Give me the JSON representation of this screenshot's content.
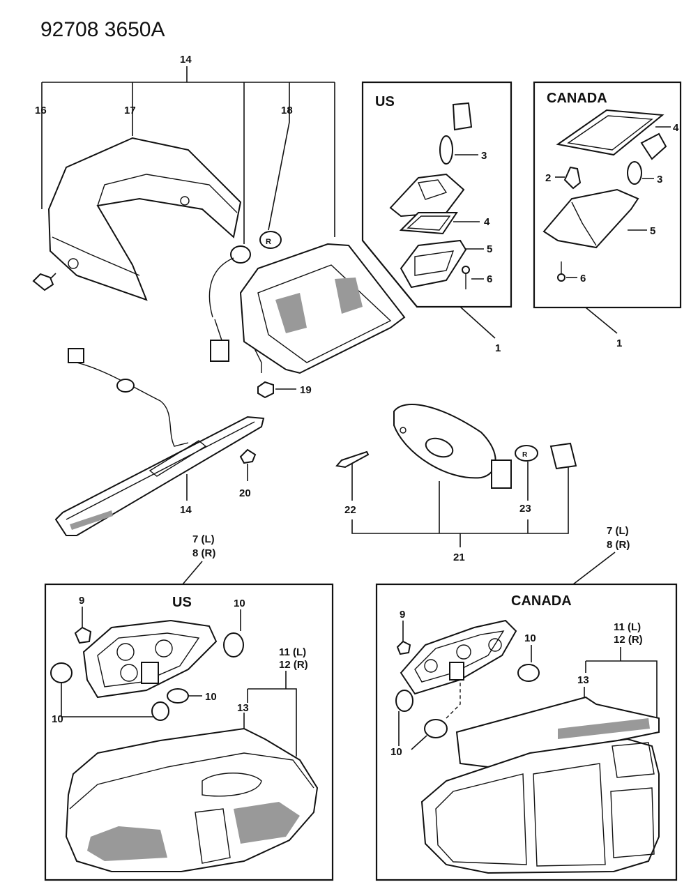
{
  "header": {
    "doc_id": "92708  3650A"
  },
  "boxes": {
    "us_top_title": "US",
    "canada_top_title": "CANADA",
    "us_bottom_title": "US",
    "canada_bottom_title": "CANADA"
  },
  "callouts": {
    "c14_top": "14",
    "c16": "16",
    "c17": "17",
    "c18": "18",
    "c19": "19",
    "c20": "20",
    "c14_bottom": "14",
    "us3": "3",
    "us4": "4",
    "us5": "5",
    "us6": "6",
    "us1": "1",
    "ca4": "4",
    "ca2": "2",
    "ca3": "3",
    "ca5": "5",
    "ca6": "6",
    "ca1": "1",
    "c22": "22",
    "c23": "23",
    "c21": "21",
    "left78_a": "7  (L)",
    "left78_b": "8  (R)",
    "right78_a": "7  (L)",
    "right78_b": "8  (R)",
    "us_b9": "9",
    "us_b10a": "10",
    "us_b10b": "10",
    "us_b10c": "10",
    "us_b1112_a": "11  (L)",
    "us_b1112_b": "12  (R)",
    "us_b13": "13",
    "ca_b9": "9",
    "ca_b10a": "10",
    "ca_b10b": "10",
    "ca_b1112_a": "11  (L)",
    "ca_b1112_b": "12  (R)",
    "ca_b13": "13"
  }
}
